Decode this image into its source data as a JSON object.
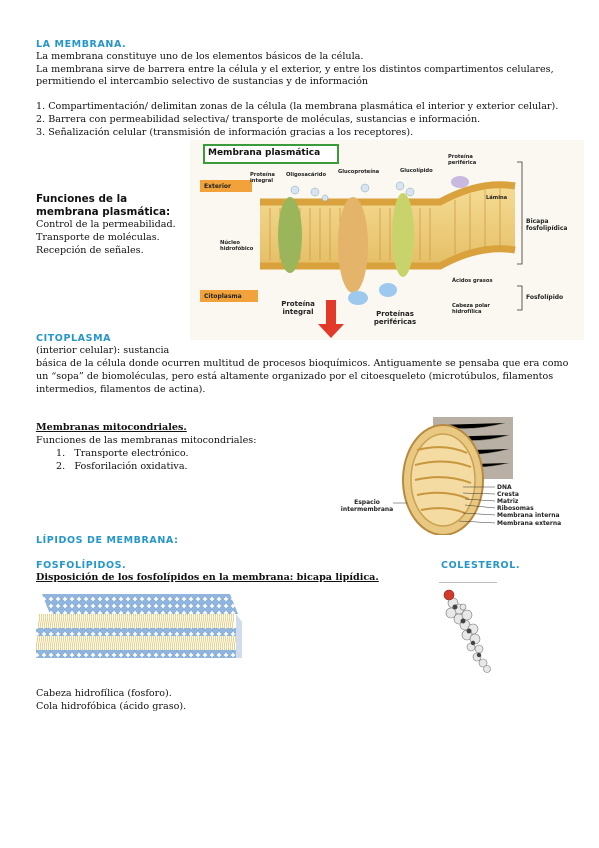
{
  "membrana": {
    "heading": "LA MEMBRANA.",
    "line1": "La membrana constituye uno de los elementos básicos de la célula.",
    "line2": "La membrana sirve de barrera entre la célula y el exterior, y entre los distintos compartimentos celulares,",
    "line3": "permitiendo el intercambio selectivo de sustancias y de información",
    "items": [
      "1. Compartimentación/ delimitan zonas de la célula (la membrana plasmática el interior y exterior celular).",
      "2. Barrera con permeabilidad selectiva/ transporte de moléculas, sustancias e información.",
      "3. Señalización celular (transmisión de información gracias a los receptores)."
    ]
  },
  "funciones": {
    "title_line1": "Funciones de la",
    "title_line2": "membrana plasmática:",
    "items": [
      "Control de la permeabilidad.",
      "Transporte de moléculas.",
      "Recepción de señales."
    ]
  },
  "figure_membrana": {
    "title": "Membrana plasmática",
    "exterior": "Exterior",
    "citoplasma": "Citoplasma",
    "labels": {
      "proteina_integral_top": "Proteína integral",
      "oligosacarido": "Oligosacárido",
      "glucoproteina": "Glucoproteína",
      "glucolipido": "Glucolípido",
      "proteina_periferica": "Proteína periférica",
      "lamina": "Lámina",
      "bicapa": "Bicapa fosfolipídica",
      "nucleo": "Núcleo hidrofóbico",
      "acidos": "Ácidos grasos",
      "cabeza": "Cabeza polar hidrofílica",
      "fosfolipido": "Fosfolípido",
      "proteina_integral": "Proteína integral",
      "proteinas_perifericas": "Proteínas periféricas"
    }
  },
  "citoplasma": {
    "heading": "CITOPLASMA",
    "line1": "(interior celular): sustancia",
    "line2": "básica de la célula donde ocurren multitud de procesos bioquímicos. Antiguamente se pensaba que era como",
    "line3": "un “sopa” de biomoléculas, pero está altamente organizado por el citoesqueleto (microtúbulos, filamentos",
    "line4": "intermedios, filamentos de actina)."
  },
  "mitocondrias": {
    "heading": "Membranas mitocondriales.",
    "intro": "Funciones de las membranas mitocondriales:",
    "items": [
      "Transporte electrónico.",
      "Fosforilación oxidativa."
    ]
  },
  "figure_mito": {
    "espacio": "Espacio intermembrana",
    "dna": "DNA",
    "cresta": "Cresta",
    "matriz": "Matriz",
    "ribosomas": "Ribosomas",
    "interna": "Membrana interna",
    "externa": "Membrana externa"
  },
  "lipidos": {
    "heading": "LÍPIDOS DE MEMBRANA:",
    "fosfo_heading": "FOSFOLÍPIDOS.",
    "colesterol_heading": "COLESTEROL.",
    "disposicion": "Disposición de los fosfolípidos en la membrana: bicapa lipídica.",
    "cabeza": "Cabeza hidrofílica (fosforo).",
    "cola": "Cola hidrofóbica (ácido graso)."
  },
  "colors": {
    "heading_blue": "#2596c9",
    "bead_blue": "#8fb6e0",
    "orange_label": "#f2a23a"
  }
}
